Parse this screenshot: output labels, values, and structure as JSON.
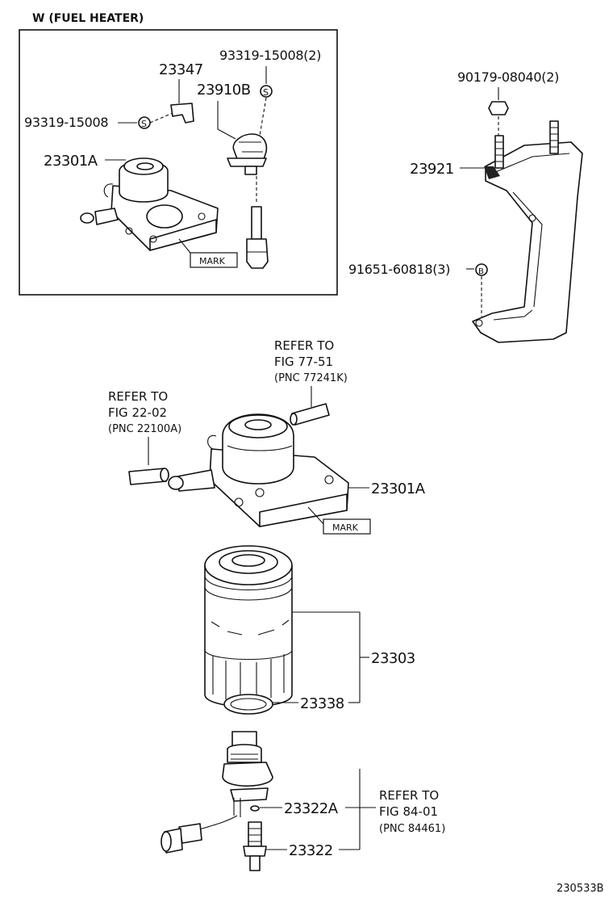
{
  "inset": {
    "title": "W (FUEL HEATER)",
    "labels": {
      "bracket": "23347",
      "screw_top": "93319-15008(2)",
      "sensor": "23910B",
      "screw_left": "93319-15008",
      "filter_head": "23301A",
      "mark": "MARK"
    }
  },
  "bracket_group": {
    "nut": "90179-08040(2)",
    "bracket": "23921",
    "bolt": "91651-60818(3)"
  },
  "main": {
    "ref_hose_right": {
      "line1": "REFER TO",
      "line2": "FIG 77-51",
      "line3": "(PNC 77241K)"
    },
    "ref_hose_left": {
      "line1": "REFER TO",
      "line2": "FIG 22-02",
      "line3": "(PNC 22100A)"
    },
    "filter_head": "23301A",
    "mark": "MARK",
    "cartridge": "23303",
    "gasket": "23338",
    "sensor_oring": "23322A",
    "sensor": "23322",
    "ref_sensor": {
      "line1": "REFER TO",
      "line2": "FIG 84-01",
      "line3": "(PNC 84461)"
    }
  },
  "figure_id": "230533B"
}
